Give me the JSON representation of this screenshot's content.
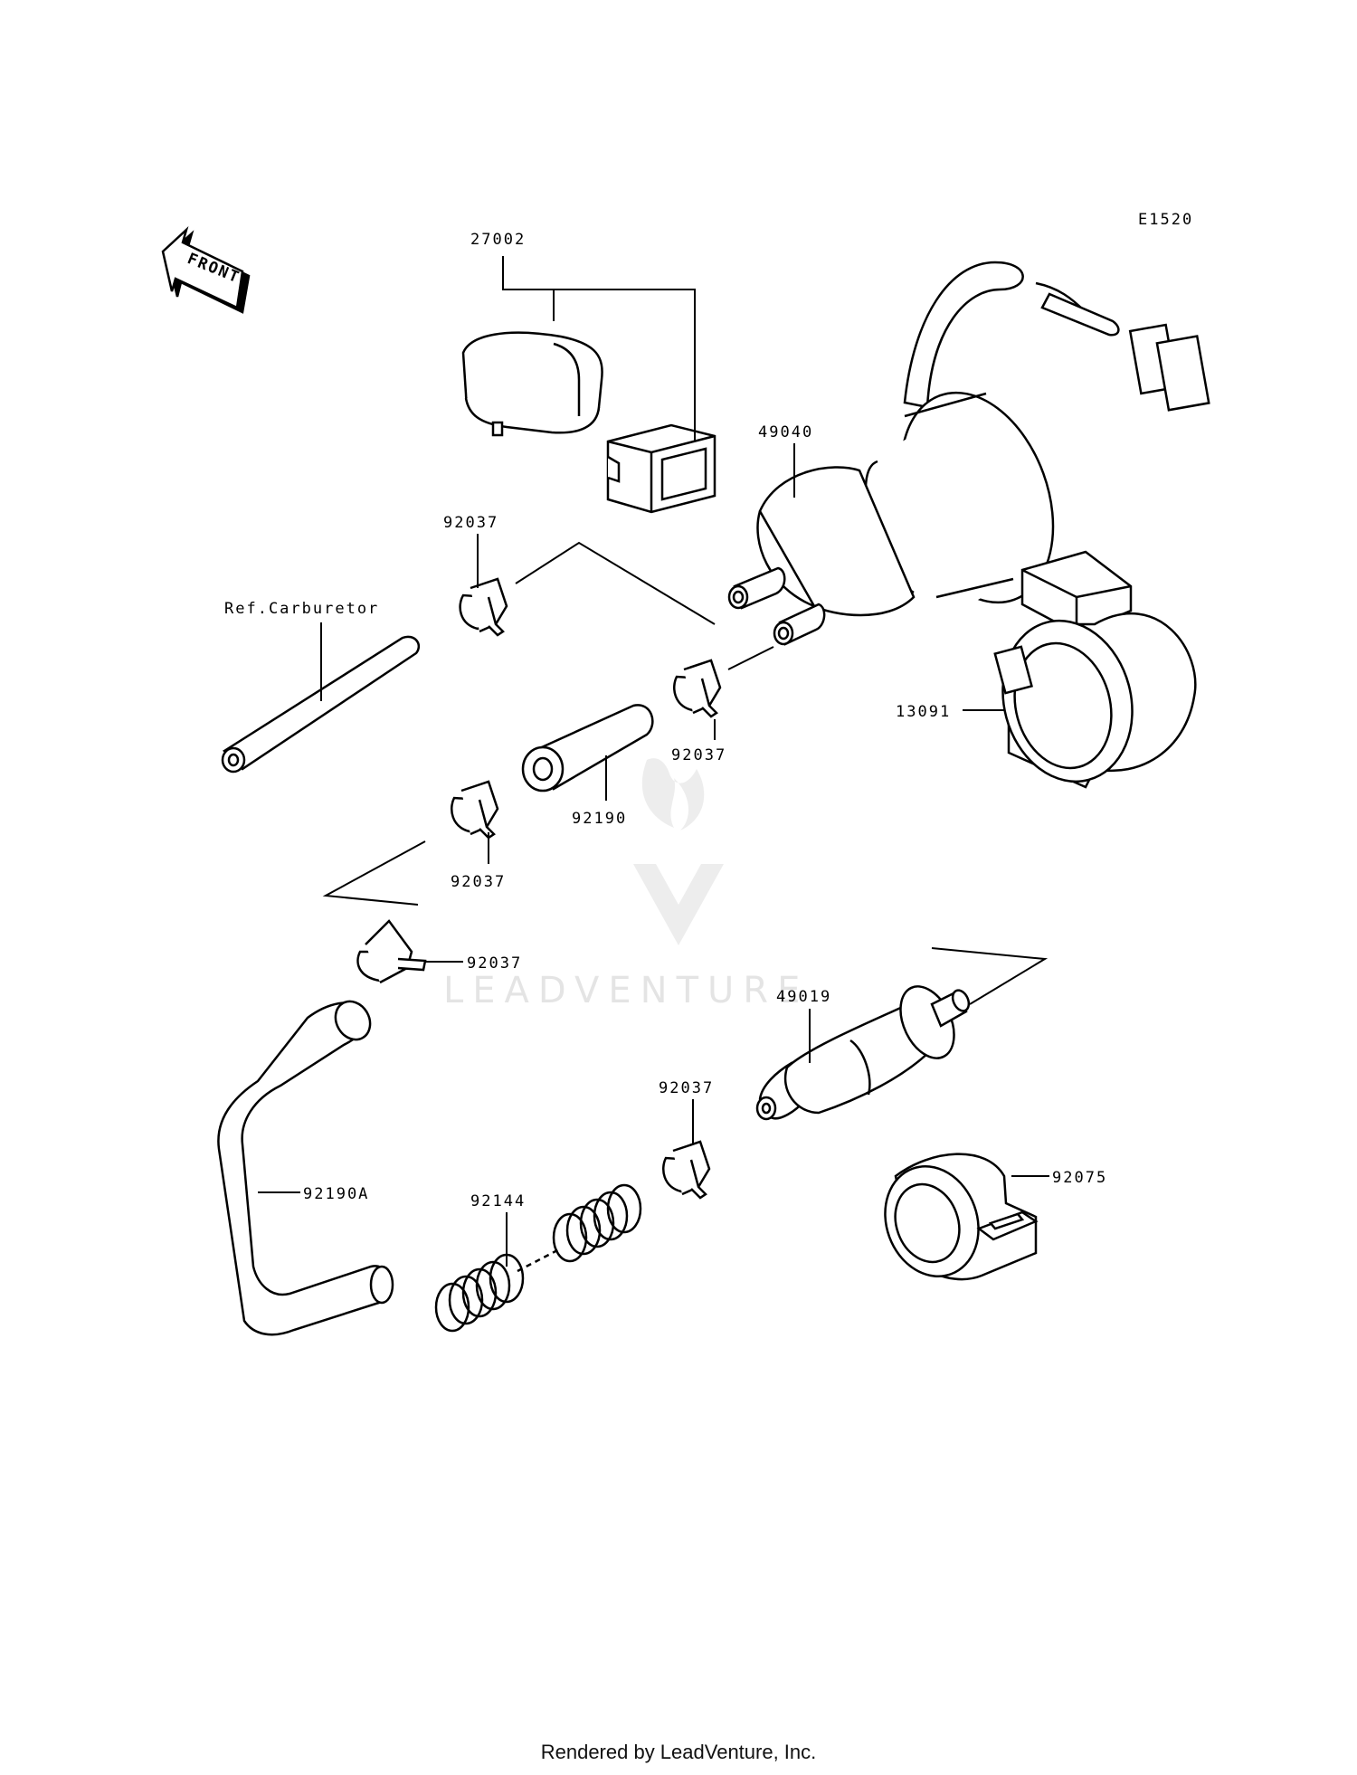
{
  "diagram_code": "E1520",
  "front_label": "FRONT",
  "parts": {
    "p27002": "27002",
    "p49040": "49040",
    "p92037_a": "92037",
    "p92037_b": "92037",
    "p92037_c": "92037",
    "p92037_d": "92037",
    "p92037_e": "92037",
    "ref_carburetor": "Ref.Carburetor",
    "p13091": "13091",
    "p92190": "92190",
    "p49019": "49019",
    "p92190a": "92190A",
    "p92144": "92144",
    "p92075": "92075"
  },
  "watermark": "LEADVENTURE",
  "footer": "Rendered by LeadVenture, Inc."
}
